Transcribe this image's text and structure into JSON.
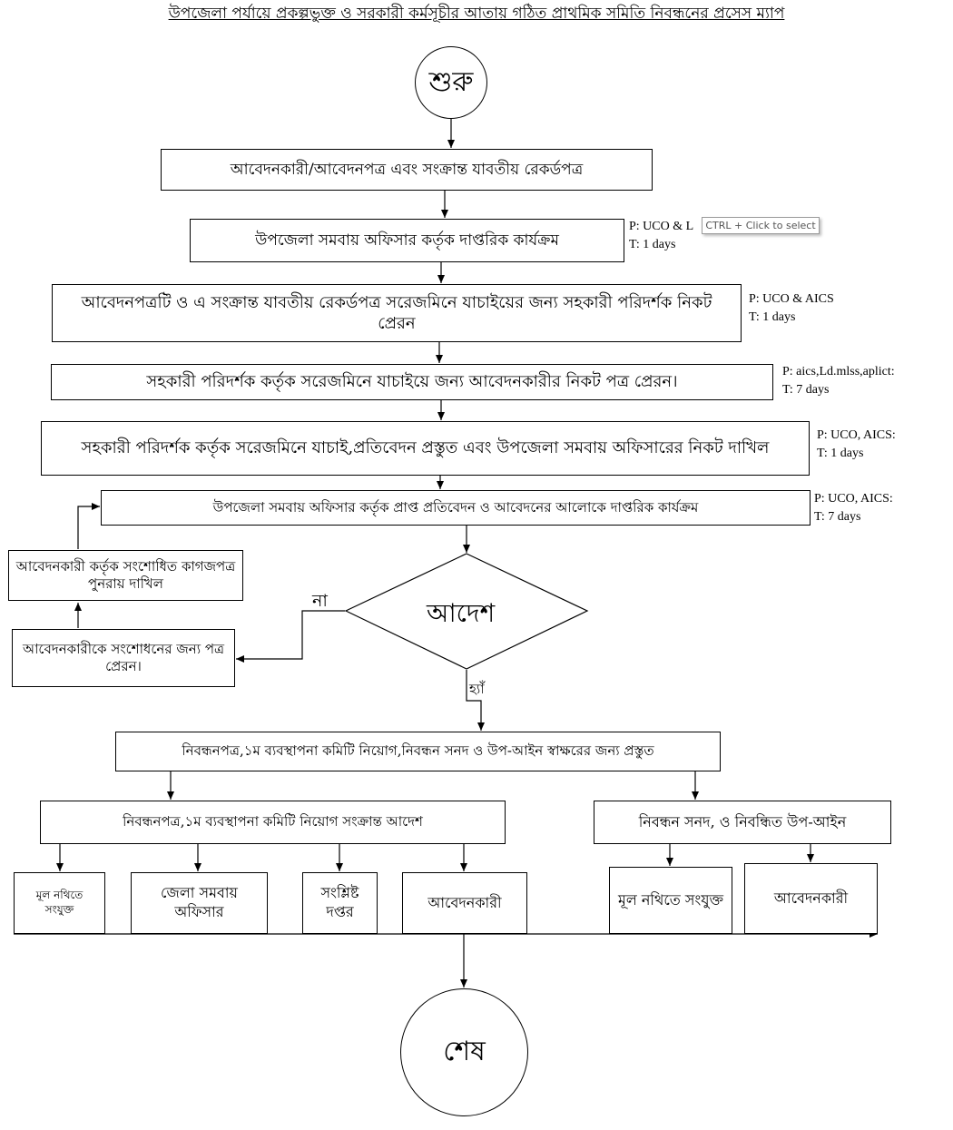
{
  "title": "উপজেলা পর্যায়ে প্রকল্পভুক্ত ও সরকারী কর্মসূচীর আতায় গঠিত প্রাথমিক সমিতি নিবন্ধনের প্রসেস ম্যাপ",
  "start_label": "শুরু",
  "end_label": "শেষ",
  "steps": [
    "আবেদনকারী/আবেদনপত্র এবং সংক্রান্ত যাবতীয় রেকর্ডপত্র",
    "উপজেলা সমবায় অফিসার কর্তৃক দাপ্তরিক কার্যক্রম",
    "আবেদনপত্রটি ও এ সংক্রান্ত যাবতীয় রেকর্ডপত্র সরেজমিনে যাচাইয়ের জন্য সহকারী পরিদর্শক নিকট প্রেরন",
    "সহকারী পরিদর্শক কর্তৃক সরেজমিনে যাচাইয়ে জন্য আবেদনকারীর নিকট পত্র প্রেরন।",
    "সহকারী পরিদর্শক কর্তৃক সরেজমিনে যাচাই,প্রতিবেদন প্রস্তুত এবং উপজেলা সমবায় অফিসারের নিকট দাখিল",
    "উপজেলা সমবায় অফিসার কর্তৃক প্রাপ্ত প্রতিবেদন ও আবেদনের আলোকে দাপ্তরিক কার্যক্রম"
  ],
  "notes": [
    {
      "p": "P: UCO & L",
      "t": "T: 1 days"
    },
    {
      "p": "P: UCO & AICS",
      "t": "T: 1 days"
    },
    {
      "p": "P: aics,Ld.mlss,aplict:",
      "t": "T: 7 days"
    },
    {
      "p": "P: UCO, AICS:",
      "t": "T: 1 days"
    },
    {
      "p": "P: UCO, AICS:",
      "t": "T: 7 days"
    }
  ],
  "tooltip": "CTRL + Click to select",
  "decision": {
    "label": "আদেশ",
    "no": "না",
    "yes": "হ্যাঁ"
  },
  "loop": {
    "resubmit": "আবেদনকারী কর্তৃক সংশোধিত কাগজপত্র পুনরায় দাখিল",
    "letter": "আবেদনকারীকে সংশোধনের জন্য পত্র প্রেরন।"
  },
  "prepare": "নিবন্ধনপত্র,১ম ব্যবস্থাপনা কমিটি নিয়োগ,নিবন্ধন সনদ ও উপ-আইন স্বাক্ষরের জন্য প্রস্তুত",
  "left_branch": {
    "title": "নিবন্ধনপত্র,১ম ব্যবস্থাপনা কমিটি নিয়োগ সংক্রান্ত আদেশ",
    "targets": [
      "মূল নথিতে সংযুক্ত",
      "জেলা সমবায় অফিসার",
      "সংশ্লিষ্ট দপ্তর",
      "আবেদনকারী"
    ]
  },
  "right_branch": {
    "title": "নিবন্ধন সনদ, ও নিবন্ধিত উপ-আইন",
    "targets": [
      "মূল নথিতে সংযুক্ত",
      "আবেদনকারী"
    ]
  }
}
